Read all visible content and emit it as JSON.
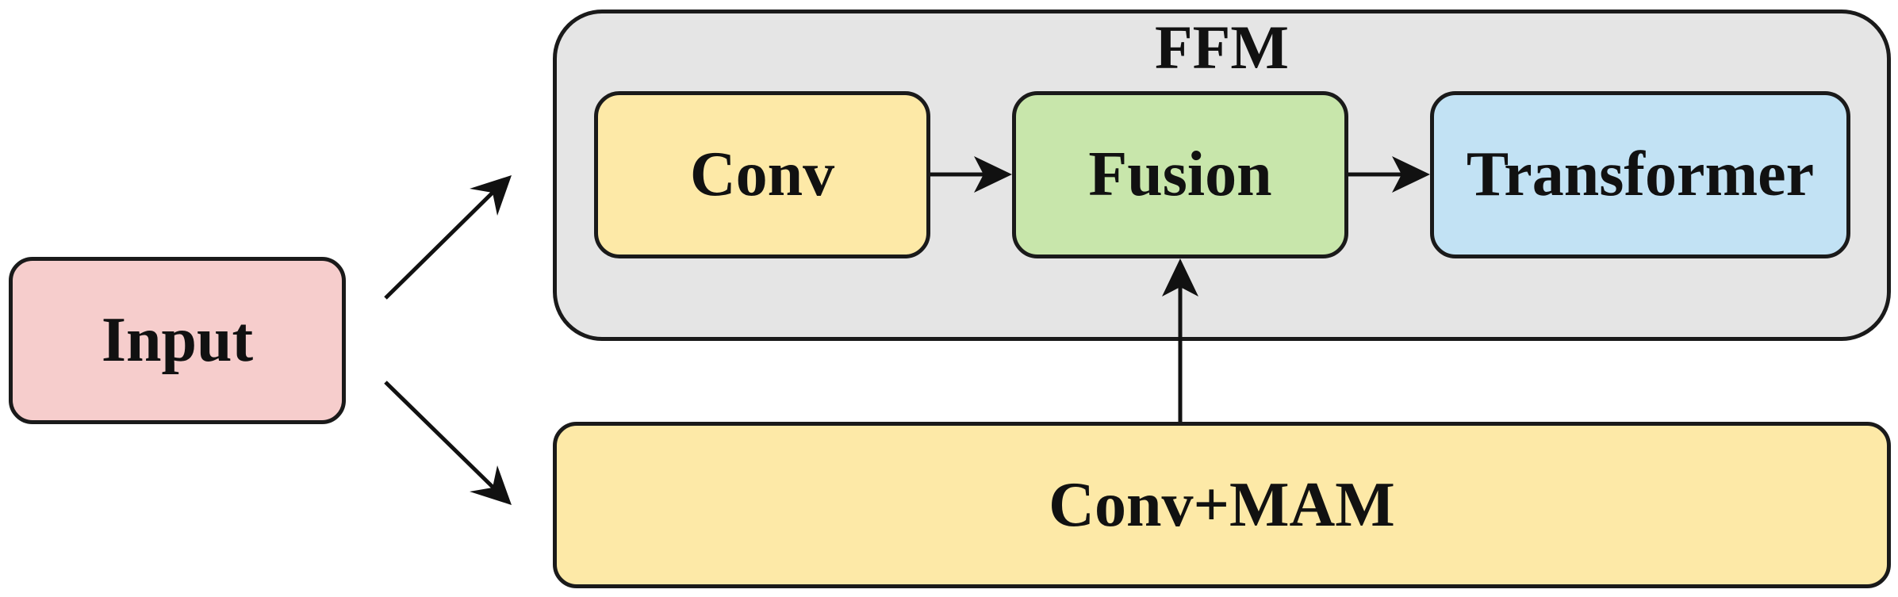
{
  "diagram": {
    "ffm_title": "FFM",
    "input_label": "Input",
    "conv_label": "Conv",
    "fusion_label": "Fusion",
    "transformer_label": "Transformer",
    "convmam_label": "Conv+MAM"
  },
  "colors": {
    "input_fill": "#f6cdcc",
    "conv_fill": "#fde9a7",
    "fusion_fill": "#c8e6ab",
    "transformer_fill": "#c2e2f4",
    "ffm_fill": "#e5e5e5",
    "stroke": "#1a1a1a"
  }
}
